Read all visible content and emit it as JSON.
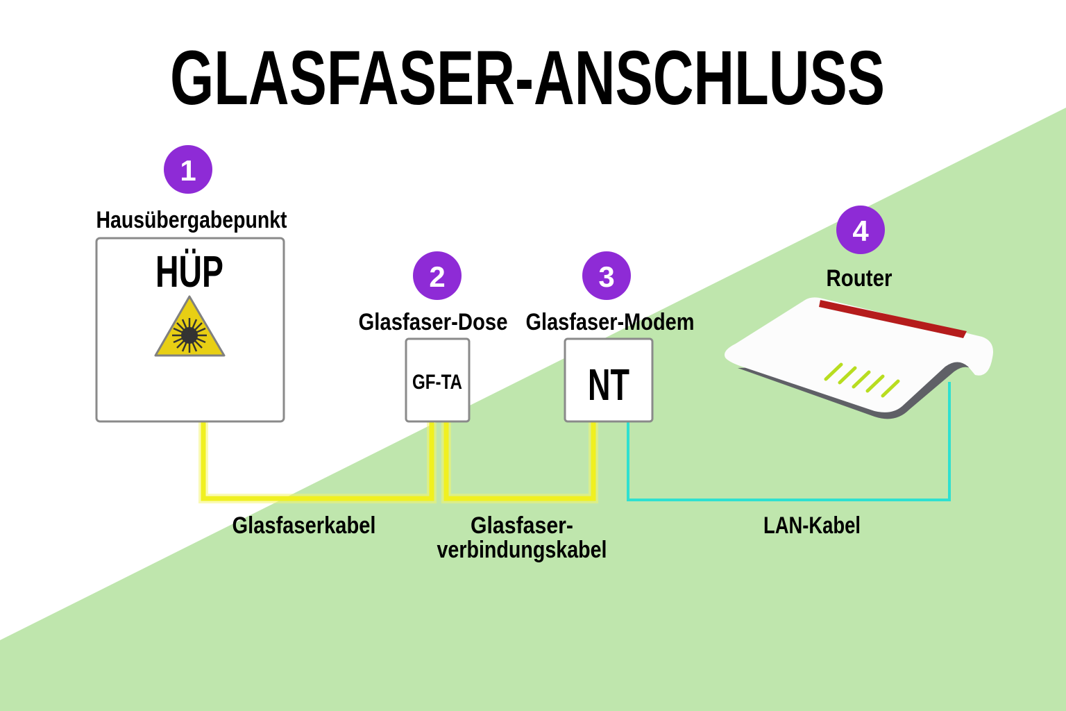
{
  "title": "GLASFASER-ANSCHLUSS",
  "colors": {
    "background_green": "#bfe6ad",
    "badge_purple": "#8e2bd6",
    "fiber_yellow": "#f2f230",
    "lan_cyan": "#2ee0d0",
    "router_red": "#b51c1c",
    "router_led": "#b8dd1f",
    "warning_yellow": "#e8cf14"
  },
  "steps": [
    {
      "number": "1",
      "label": "Hausübergabepunkt",
      "device_text": "HÜP",
      "icon": "laser-warning-icon"
    },
    {
      "number": "2",
      "label": "Glasfaser-Dose",
      "device_text": "GF-TA"
    },
    {
      "number": "3",
      "label": "Glasfaser-Modem",
      "device_text": "NT"
    },
    {
      "number": "4",
      "label": "Router",
      "icon": "router-icon"
    }
  ],
  "cables": [
    {
      "label": "Glasfaserkabel"
    },
    {
      "label_line1": "Glasfaser-",
      "label_line2": "verbindungskabel"
    },
    {
      "label": "LAN-Kabel"
    }
  ]
}
